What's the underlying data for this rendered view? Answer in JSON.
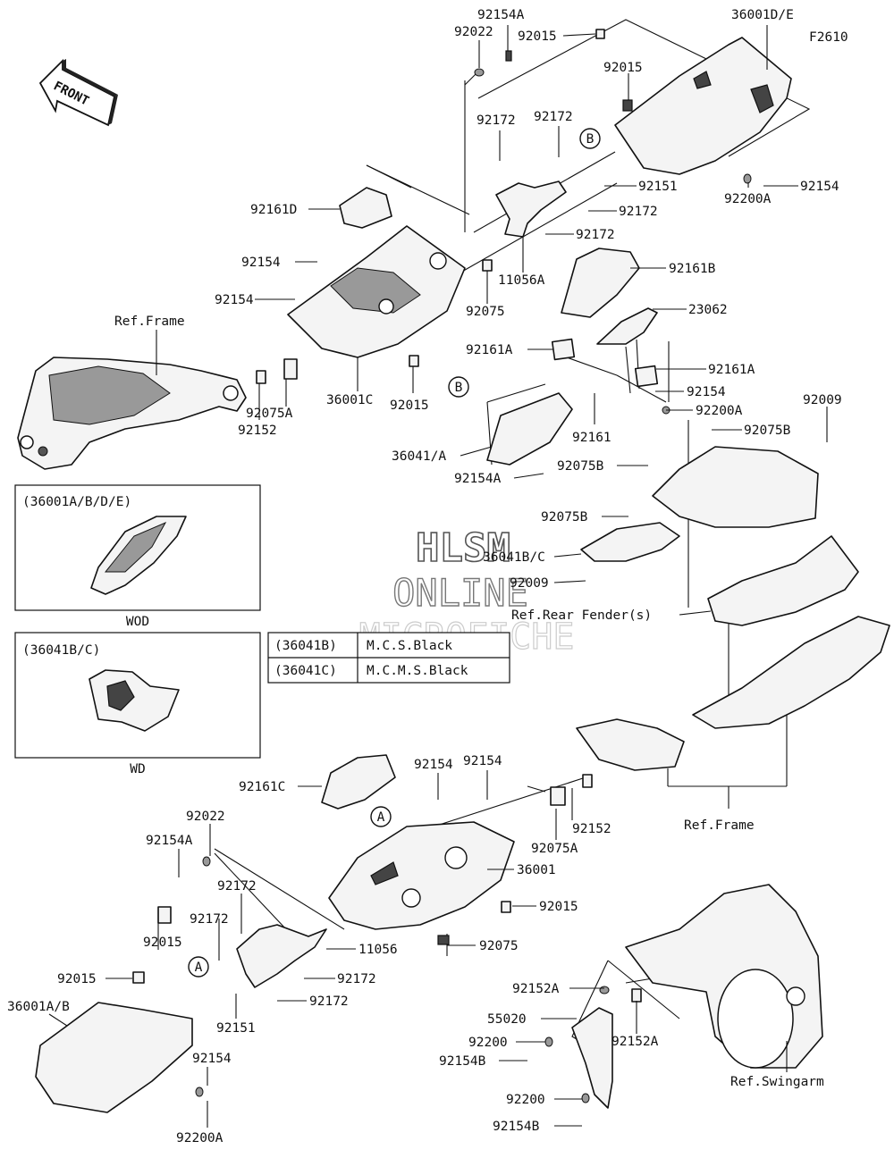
{
  "diagram_code": "F2610",
  "front_arrow_label": "FRONT",
  "watermark": {
    "line1": "HLSM",
    "line2": "ONLINE",
    "line3": "MICROFICHE"
  },
  "variants": {
    "wod": {
      "header": "(36001A/B/D/E)",
      "caption": "WOD"
    },
    "wd": {
      "header": "(36041B/C)",
      "caption": "WD"
    }
  },
  "color_table": {
    "rows": [
      {
        "code": "(36041B)",
        "color": "M.C.S.Black"
      },
      {
        "code": "(36041C)",
        "color": "M.C.M.S.Black"
      }
    ]
  },
  "callout_letters": [
    "A",
    "B"
  ],
  "labels": [
    {
      "id": "l1",
      "text": "92154A"
    },
    {
      "id": "l2",
      "text": "92022"
    },
    {
      "id": "l3",
      "text": "92015"
    },
    {
      "id": "l4",
      "text": "36001D/E"
    },
    {
      "id": "l5",
      "text": "92015"
    },
    {
      "id": "l6",
      "text": "92172"
    },
    {
      "id": "l7",
      "text": "92172"
    },
    {
      "id": "l8",
      "text": "92151"
    },
    {
      "id": "l9",
      "text": "92154"
    },
    {
      "id": "l10",
      "text": "92161D"
    },
    {
      "id": "l11",
      "text": "92172"
    },
    {
      "id": "l12",
      "text": "92200A"
    },
    {
      "id": "l13",
      "text": "92172"
    },
    {
      "id": "l14",
      "text": "92154"
    },
    {
      "id": "l15",
      "text": "11056A"
    },
    {
      "id": "l16",
      "text": "92161B"
    },
    {
      "id": "l17",
      "text": "92154"
    },
    {
      "id": "l18",
      "text": "92075"
    },
    {
      "id": "l19",
      "text": "23062"
    },
    {
      "id": "l20",
      "text": "Ref.Frame"
    },
    {
      "id": "l21",
      "text": "92161A"
    },
    {
      "id": "l22",
      "text": "92161A"
    },
    {
      "id": "l23",
      "text": "36001C"
    },
    {
      "id": "l24",
      "text": "92015"
    },
    {
      "id": "l25",
      "text": "92154"
    },
    {
      "id": "l26",
      "text": "92075A"
    },
    {
      "id": "l27",
      "text": "92200A"
    },
    {
      "id": "l28",
      "text": "92009"
    },
    {
      "id": "l29",
      "text": "92152"
    },
    {
      "id": "l30",
      "text": "92161"
    },
    {
      "id": "l31",
      "text": "92075B"
    },
    {
      "id": "l32",
      "text": "36041/A"
    },
    {
      "id": "l33",
      "text": "92075B"
    },
    {
      "id": "l34",
      "text": "92154A"
    },
    {
      "id": "l35",
      "text": "92075B"
    },
    {
      "id": "l36",
      "text": "36041B/C"
    },
    {
      "id": "l37",
      "text": "92009"
    },
    {
      "id": "l38",
      "text": "Ref.Rear Fender(s)"
    },
    {
      "id": "l39",
      "text": "92154"
    },
    {
      "id": "l40",
      "text": "92154"
    },
    {
      "id": "l41",
      "text": "92161C"
    },
    {
      "id": "l42",
      "text": "92022"
    },
    {
      "id": "l43",
      "text": "92154A"
    },
    {
      "id": "l44",
      "text": "92152"
    },
    {
      "id": "l45",
      "text": "92075A"
    },
    {
      "id": "l46",
      "text": "Ref.Frame"
    },
    {
      "id": "l47",
      "text": "36001"
    },
    {
      "id": "l48",
      "text": "92172"
    },
    {
      "id": "l49",
      "text": "92172"
    },
    {
      "id": "l50",
      "text": "92015"
    },
    {
      "id": "l51",
      "text": "11056"
    },
    {
      "id": "l52",
      "text": "92075"
    },
    {
      "id": "l53",
      "text": "92015"
    },
    {
      "id": "l54",
      "text": "92015"
    },
    {
      "id": "l55",
      "text": "92172"
    },
    {
      "id": "l56",
      "text": "92172"
    },
    {
      "id": "l57",
      "text": "36001A/B"
    },
    {
      "id": "l58",
      "text": "92151"
    },
    {
      "id": "l59",
      "text": "92154"
    },
    {
      "id": "l60",
      "text": "92200A"
    },
    {
      "id": "l61",
      "text": "92152A"
    },
    {
      "id": "l62",
      "text": "55020"
    },
    {
      "id": "l63",
      "text": "92152A"
    },
    {
      "id": "l64",
      "text": "92200"
    },
    {
      "id": "l65",
      "text": "92154B"
    },
    {
      "id": "l66",
      "text": "92200"
    },
    {
      "id": "l67",
      "text": "92154B"
    },
    {
      "id": "l68",
      "text": "Ref.Swingarm"
    }
  ]
}
